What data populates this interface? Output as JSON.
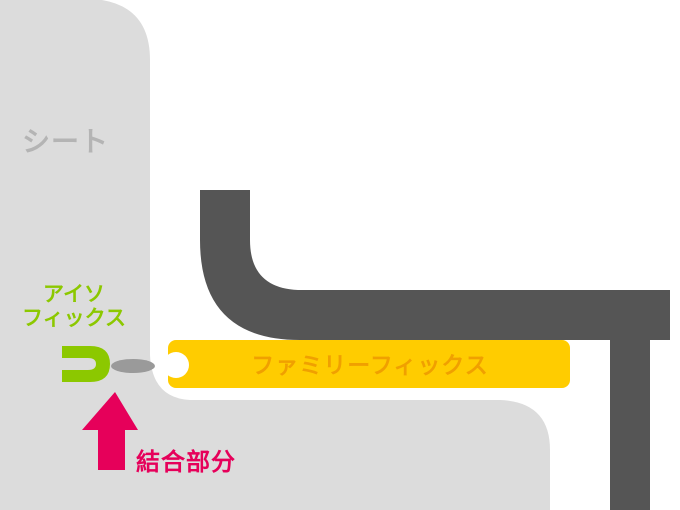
{
  "labels": {
    "seat": "シート",
    "isofix_line1": "アイソ",
    "isofix_line2": "フィックス",
    "family_fix": "ファミリーフィックス",
    "connection": "結合部分"
  },
  "colors": {
    "seat_fill": "#dcdcdc",
    "seat_text": "#b4b4b4",
    "base_fill": "#555555",
    "family_fix_fill": "#ffcc00",
    "family_fix_text": "#f0a000",
    "isofix": "#8cc800",
    "arrow": "#e6005a",
    "connector": "#9a9a9a"
  },
  "icons": {
    "isofix_hook": "isofix-hook-icon",
    "arrow": "up-arrow-icon"
  }
}
